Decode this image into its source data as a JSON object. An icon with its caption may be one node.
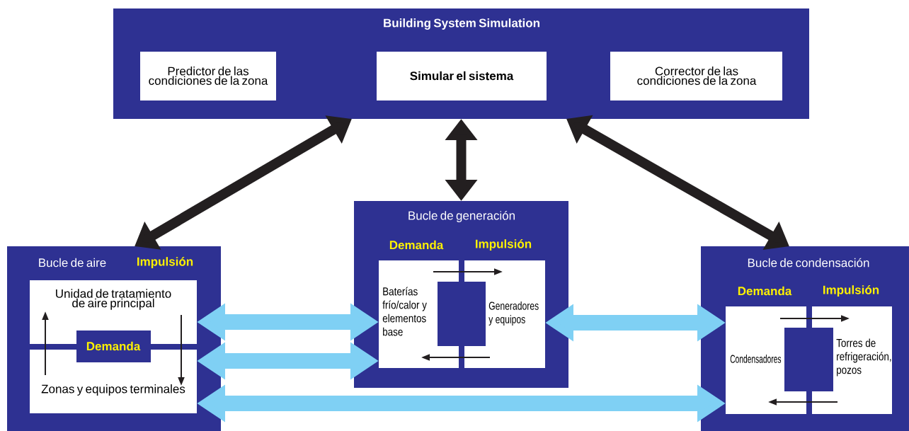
{
  "diagram": {
    "nodes": [
      {
        "text": [
          "Building System Simulation"
        ]
      },
      {
        "text": [
          "Predictor de las condiciones de la zona"
        ],
        "in": 0
      },
      {
        "text": [
          "Simular el sistema"
        ],
        "in": 0
      },
      {
        "text": [
          "Corrector de las condiciones de la zona"
        ],
        "in": 0
      },
      {
        "text": [
          "Bucle de aire",
          "Impulsión"
        ]
      },
      {
        "text": [
          "Unidad de tratamiento de aire principal"
        ],
        "in": 4
      },
      {
        "text": [
          "Demanda"
        ],
        "in": 4
      },
      {
        "text": [
          "Zonas y equipos terminales"
        ],
        "in": 4
      },
      {
        "text": [
          "Bucle de generación",
          "Demanda",
          "Impulsión"
        ]
      },
      {
        "text": [
          "Baterías frío/calor y elementos base"
        ],
        "in": 8
      },
      {
        "text": [
          "Generadores y equipos"
        ],
        "in": 8
      },
      {
        "text": [],
        "shape": "box",
        "in": 8
      },
      {
        "text": [
          "Bucle de condensación",
          "Demanda",
          "Impulsión"
        ]
      },
      {
        "text": [
          "Condensadores"
        ],
        "in": 12
      },
      {
        "text": [
          "Torres de refrigeración, pozos"
        ],
        "in": 12
      },
      {
        "text": [],
        "shape": "box",
        "in": 12
      }
    ],
    "edges": [
      {
        "from": 0,
        "to": 4,
        "arrow": "both"
      },
      {
        "from": 0,
        "to": 8,
        "arrow": "both"
      },
      {
        "from": 0,
        "to": 12,
        "arrow": "both"
      },
      {
        "from": 5,
        "to": 9,
        "arrow": "both",
        "color": "#7fd0f4"
      },
      {
        "from": 7,
        "to": 9,
        "arrow": "both",
        "color": "#7fd0f4"
      },
      {
        "from": 10,
        "to": 13,
        "arrow": "both",
        "color": "#7fd0f4"
      },
      {
        "from": 7,
        "to": 13,
        "arrow": "both",
        "color": "#7fd0f4"
      },
      {
        "from": 7,
        "to": 5,
        "arrow": "to"
      },
      {
        "from": 5,
        "to": 7,
        "arrow": "to"
      },
      {
        "from": 9,
        "to": 10,
        "arrow": "to"
      },
      {
        "from": 10,
        "to": 9,
        "arrow": "to"
      },
      {
        "from": 13,
        "to": 14,
        "arrow": "to"
      },
      {
        "from": 14,
        "to": 13,
        "arrow": "to"
      }
    ]
  }
}
